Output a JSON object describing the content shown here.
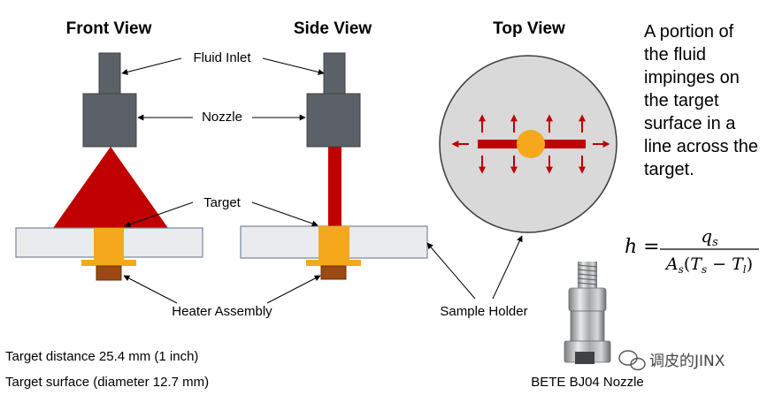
{
  "views": {
    "front_title": "Front View",
    "side_title": "Side View",
    "top_title": "Top View"
  },
  "labels": {
    "fluid_inlet": "Fluid Inlet",
    "nozzle": "Nozzle",
    "target": "Target",
    "heater_assembly": "Heater Assembly",
    "sample_holder": "Sample Holder",
    "nozzle_photo_caption": "BETE BJ04 Nozzle"
  },
  "description": {
    "lines": [
      "A portion of",
      "the fluid",
      "impinges on",
      "the target",
      "surface in a",
      "line across the",
      "target."
    ]
  },
  "equation": {
    "lhs": "h",
    "numerator": "q",
    "numerator_sub": "s",
    "den_A": "A",
    "den_A_sub": "s",
    "den_open": "(",
    "den_T1": "T",
    "den_T1_sub": "s",
    "den_minus": " − ",
    "den_T2": "T",
    "den_T2_sub": "l",
    "den_close": ")"
  },
  "notes": {
    "distance": "Target distance 25.4 mm (1 inch)",
    "surface": "Target surface (diameter 12.7 mm)"
  },
  "watermark": "调皮的JINX",
  "colors": {
    "nozzle_gray": "#5b6167",
    "spray_red": "#c00000",
    "target_orange": "#f5a81c",
    "heater_brown": "#9a4a12",
    "holder_fill": "#e9ebef",
    "top_view_disk": "#d9d9d9"
  }
}
